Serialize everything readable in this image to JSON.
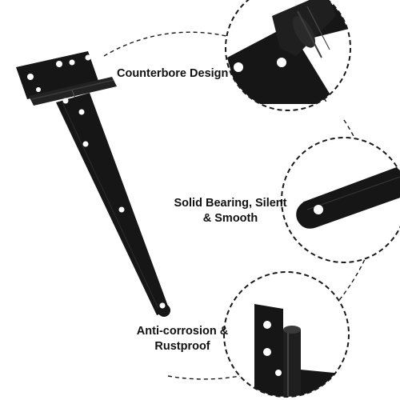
{
  "colors": {
    "hinge_metal": "#161616",
    "hinge_highlight": "#3a3a3a",
    "dashed_circle": "#1a1a1a",
    "text": "#111111",
    "background": "#ffffff"
  },
  "labels": {
    "counterbore": "Counterbore Design",
    "bearing_line1": "Solid Bearing, Silent",
    "bearing_line2": "& Smooth",
    "anticorrosion_line1": "Anti-corrosion &",
    "anticorrosion_line2": "Rustproof"
  },
  "icons": {
    "product": "t-strap-hinge-image",
    "detail_top": "hinge-knuckle-closeup",
    "detail_middle": "strap-tip-closeup",
    "detail_bottom": "hinge-leaf-closeup"
  }
}
